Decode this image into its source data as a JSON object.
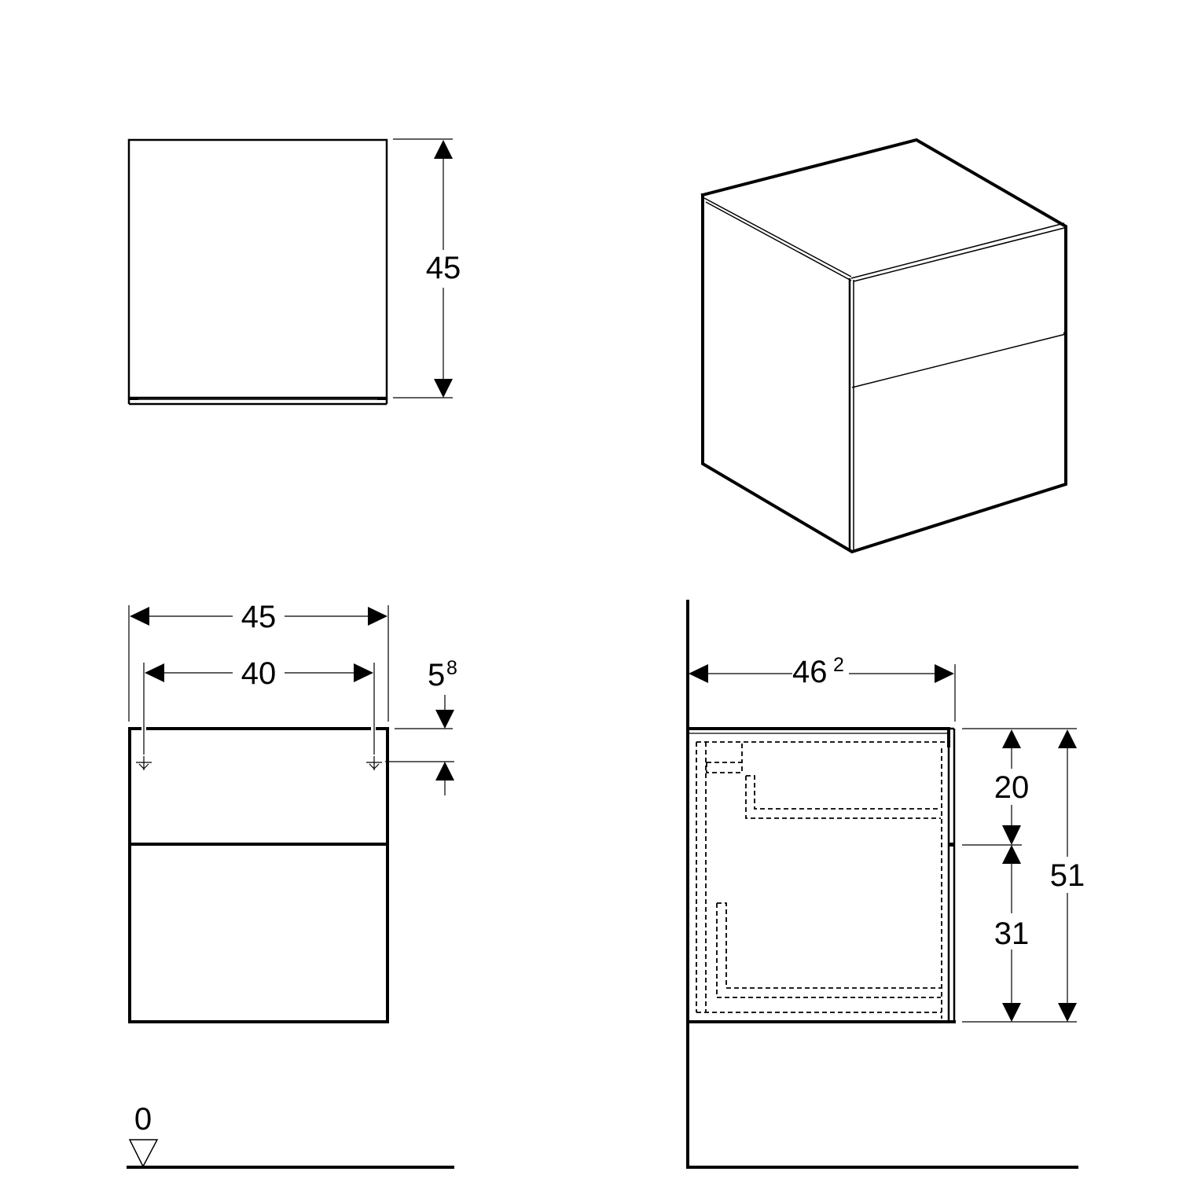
{
  "drawing": {
    "type": "technical-dimension-drawing",
    "subject": "wall-hung cabinet with two drawers",
    "line_color": "#000000",
    "background": "#ffffff",
    "units_implied": "cm"
  },
  "top_view": {
    "height_dim": "45"
  },
  "isometric_view": {
    "drawers": 2
  },
  "front_view": {
    "overall_width_dim": "45",
    "mounting_hole_spacing_dim": "40",
    "hole_offset_dim_main": "5",
    "hole_offset_dim_sup": "8",
    "floor_level_label": "0",
    "drawers": 2
  },
  "side_view": {
    "depth_dim_main": "46",
    "depth_dim_sup": "2",
    "upper_drawer_height_dim": "20",
    "lower_drawer_height_dim": "31",
    "overall_height_dim": "51"
  }
}
